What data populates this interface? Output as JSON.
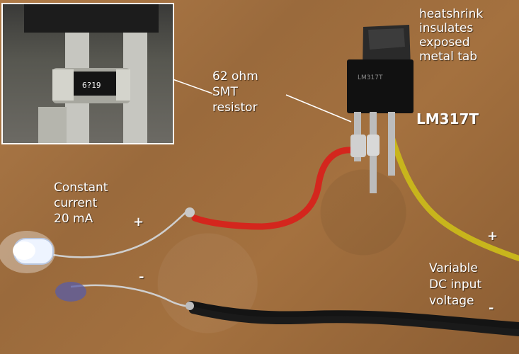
{
  "labels": {
    "heatshrink": [
      "heatshrink",
      "insulates",
      "exposed",
      "metal tab"
    ],
    "resistor": [
      "62 ohm",
      "SMT",
      "resistor"
    ],
    "regulator": "LM317T",
    "current": [
      "Constant",
      "current",
      "20 mA"
    ],
    "plus_led": "+",
    "minus_led": "-",
    "plus_input": "+",
    "minus_input": "-",
    "input": [
      "Variable",
      "DC input",
      "voltage"
    ],
    "smt_code": "6?19",
    "regulator_print": "LM317T"
  },
  "colors": {
    "background": "#a4713f",
    "red_wire": "#d4261d",
    "yellow_wire": "#c8b51c",
    "black_wire": "#141414",
    "heatshrink": "#222222",
    "led": "#eef4ff"
  }
}
